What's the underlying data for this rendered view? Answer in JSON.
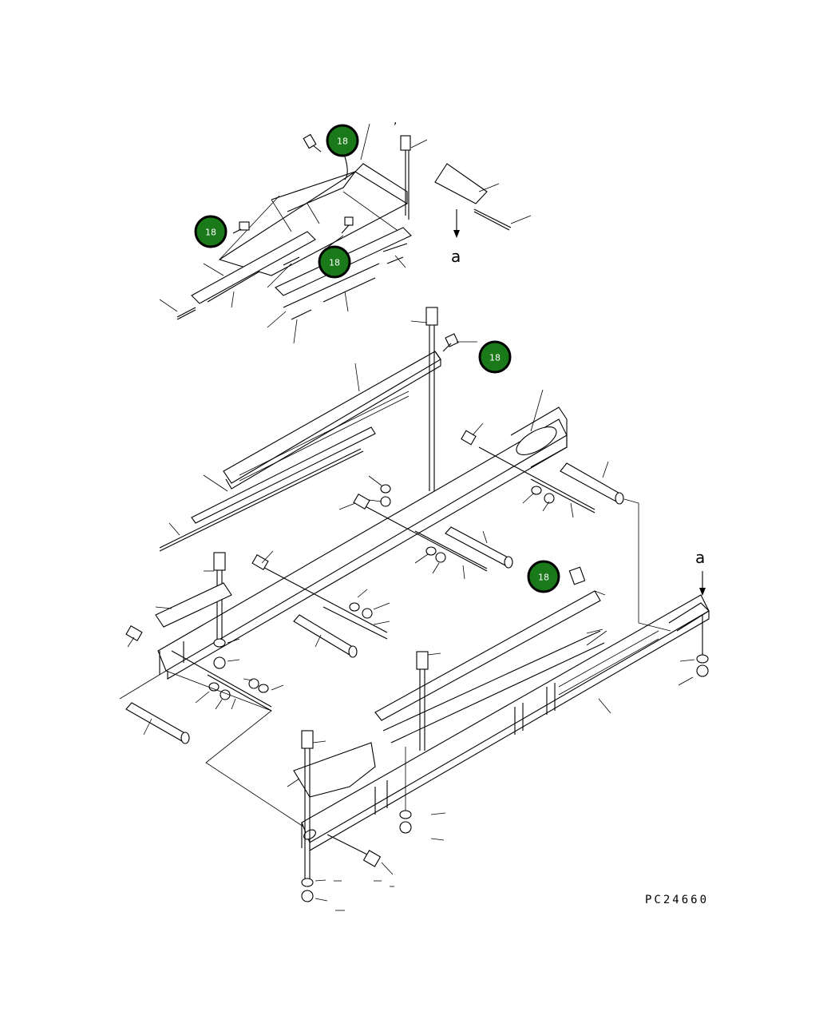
{
  "drawing": {
    "code": "PC24660",
    "ref_letter": "a",
    "stray_mark": ","
  },
  "callouts": [
    {
      "label": "18"
    },
    {
      "label": "18"
    },
    {
      "label": "18"
    },
    {
      "label": "18"
    },
    {
      "label": "18"
    }
  ],
  "colors": {
    "callout_fill": "#1a7a1a",
    "line": "#000000",
    "background": "#ffffff"
  }
}
